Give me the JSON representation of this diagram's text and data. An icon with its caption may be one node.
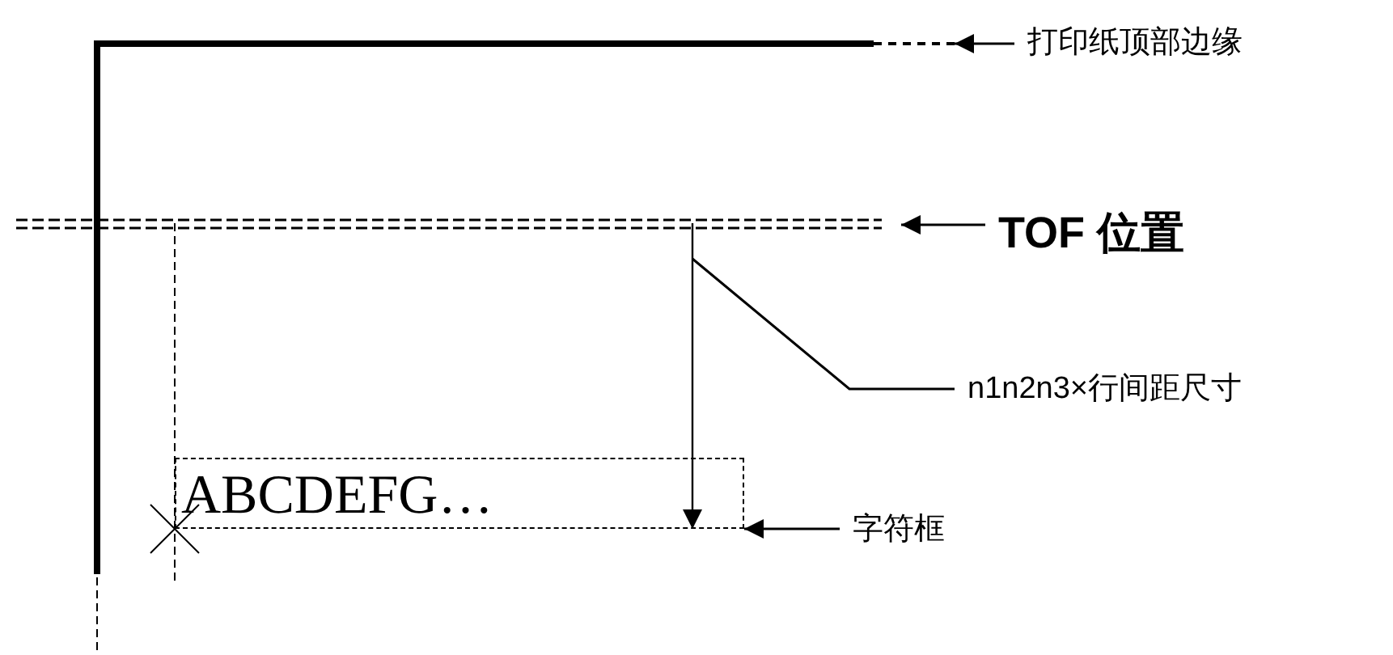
{
  "diagram": {
    "nodes": [
      {
        "text": [
          "打印纸顶部边缘"
        ]
      },
      {
        "text": [
          "TOF 位置"
        ]
      },
      {
        "text": [
          "n1n2n3×行间距尺寸"
        ]
      },
      {
        "text": [
          "ABCDEFG…"
        ]
      },
      {
        "text": [
          "字符框"
        ]
      }
    ],
    "edges": [
      {
        "from": 0,
        "to": null,
        "arrow": "to"
      },
      {
        "from": 1,
        "to": null,
        "arrow": "to"
      },
      {
        "from": 2,
        "to": null,
        "arrow": "none"
      },
      {
        "from": 4,
        "to": 3,
        "arrow": "to"
      }
    ]
  }
}
